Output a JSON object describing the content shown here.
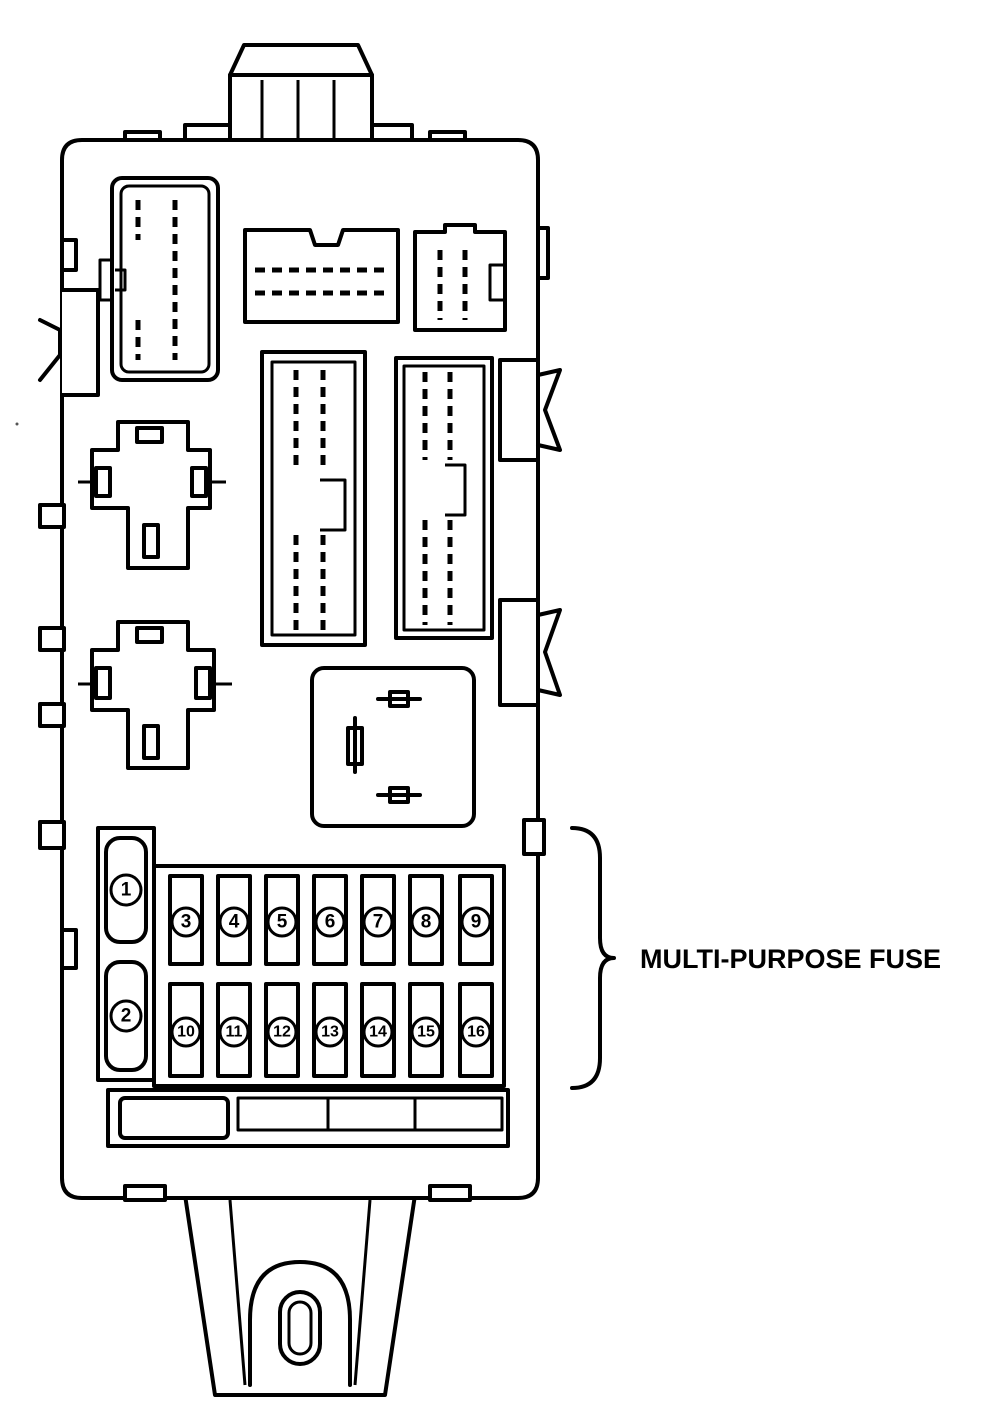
{
  "callout": {
    "label": "MULTI-PURPOSE FUSE"
  },
  "fuses": {
    "large": [
      "1",
      "2"
    ],
    "top_row": [
      "3",
      "4",
      "5",
      "6",
      "7",
      "8",
      "9"
    ],
    "bottom_row": [
      "10",
      "11",
      "12",
      "13",
      "14",
      "15",
      "16"
    ]
  }
}
